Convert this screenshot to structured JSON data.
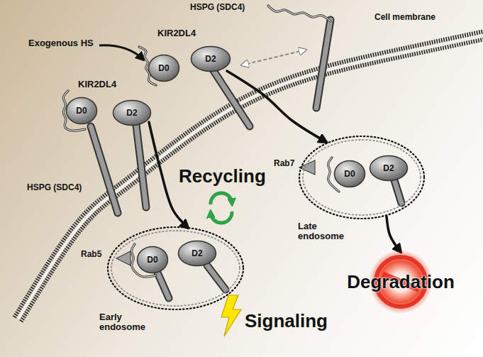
{
  "diagram": {
    "nodes": [
      {
        "text": [
          "D0"
        ]
      },
      {
        "text": [
          "D2"
        ]
      },
      {
        "text": [
          "D0"
        ]
      },
      {
        "text": [
          "D2"
        ]
      },
      {
        "text": [
          "Late endosome"
        ]
      },
      {
        "text": [
          "D0"
        ],
        "in": 4
      },
      {
        "text": [
          "D2"
        ],
        "in": 4
      },
      {
        "text": [
          "Early endosome"
        ]
      },
      {
        "text": [
          "D0"
        ],
        "in": 7
      },
      {
        "text": [
          "D2"
        ],
        "in": 7
      },
      {
        "text": [
          "Degradation"
        ]
      }
    ],
    "edges": [
      {
        "from": 1,
        "to": 4,
        "arrow": "to"
      },
      {
        "from": 3,
        "to": 7,
        "arrow": "to"
      },
      {
        "from": 4,
        "to": 10,
        "arrow": "to"
      }
    ],
    "labels": [
      "Exogenous HS",
      "KIR2DL4",
      "HSPG (SDC4)",
      "Cell membrane",
      "KIR2DL4",
      "HSPG (SDC4)",
      "Recycling",
      "Rab7",
      "Rab5",
      "Signaling"
    ]
  }
}
